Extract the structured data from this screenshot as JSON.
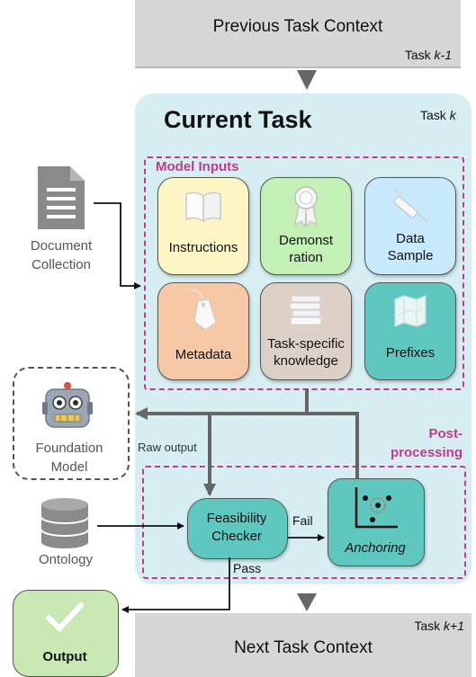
{
  "previous_context": {
    "title": "Previous Task Context",
    "task_prefix": "Task ",
    "task_index": "k-1"
  },
  "current_task": {
    "title": "Current Task",
    "task_prefix": "Task ",
    "task_index": "k"
  },
  "model_inputs": {
    "label": "Model Inputs",
    "tiles": [
      {
        "label": "Instructions",
        "color": "#fdf6c4",
        "icon": "book-icon"
      },
      {
        "label": "Demonst\nration",
        "color": "#c3f0b4",
        "icon": "award-ribbon-icon"
      },
      {
        "label": "Data\nSample",
        "color": "#c8e8fb",
        "icon": "syringe-icon"
      },
      {
        "label": "Metadata",
        "color": "#f7c8a6",
        "icon": "tag-icon"
      },
      {
        "label": "Task-specific\nknowledge",
        "color": "#ddd1c7",
        "icon": "books-icon"
      },
      {
        "label": "Prefixes",
        "color": "#5ec7bf",
        "icon": "map-icon"
      }
    ]
  },
  "document_collection": {
    "label": "Document\nCollection",
    "icon": "document-icon"
  },
  "foundation_model": {
    "label": "Foundation\nModel",
    "icon": "robot-icon"
  },
  "raw_output_label": "Raw output",
  "post_processing": {
    "label": "Post-\nprocessing"
  },
  "feasibility_checker": {
    "label": "Feasibility\nChecker"
  },
  "fail_label": "Fail",
  "anchoring": {
    "label": "Anchoring",
    "icon": "scatter-plot-icon"
  },
  "ontology": {
    "label": "Ontology",
    "icon": "database-icon"
  },
  "pass_label": "Pass",
  "output": {
    "label": "Output",
    "icon": "checkmark-icon"
  },
  "next_context": {
    "title": "Next Task Context",
    "task_prefix": "Task ",
    "task_index": "k+1"
  },
  "colors": {
    "magenta": "#c23a8a",
    "teal": "#5ec7bf",
    "panel": "#d6eef1",
    "context_gray": "#d6d6d6",
    "arrow_gray": "#666666",
    "output_green": "#c8e8b4"
  }
}
